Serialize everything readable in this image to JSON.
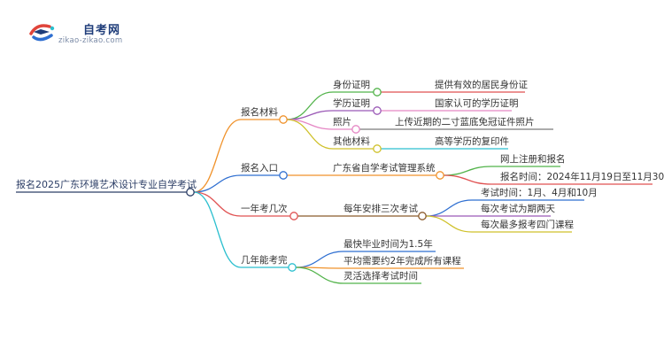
{
  "logo": {
    "name": "自考网",
    "url": "zikao-zikao.com",
    "icon": "graduation-cap-icon"
  },
  "mindmap": {
    "root": "报名2025广东环境艺术设计专业自学考试",
    "branches": [
      {
        "label": "报名材料",
        "color": "#f0922b",
        "children": [
          {
            "label": "身份证明",
            "color": "#52b34a",
            "children": [
              {
                "label": "提供有效的居民身份证",
                "color": "#e05252"
              }
            ]
          },
          {
            "label": "学历证明",
            "color": "#9b59b6",
            "children": [
              {
                "label": "国家认可的学历证明",
                "color": "#e586c4"
              }
            ]
          },
          {
            "label": "照片",
            "color": "#e586c4",
            "children": [
              {
                "label": "上传近期的二寸蓝底免冠证件照片",
                "color": "#7b7b7b"
              }
            ]
          },
          {
            "label": "其他材料",
            "color": "#cfc12a",
            "children": [
              {
                "label": "高等学历的复印件",
                "color": "#2bbfcf"
              }
            ]
          }
        ]
      },
      {
        "label": "报名入口",
        "color": "#2f6fd1",
        "children": [
          {
            "label": "广东省自学考试管理系统",
            "color": "#f0922b",
            "children": [
              {
                "label": "网上注册和报名",
                "color": "#52b34a"
              },
              {
                "label": "报名时间：2024年11月19日至11月30日",
                "color": "#e05252"
              }
            ]
          }
        ]
      },
      {
        "label": "一年考几次",
        "color": "#e05252",
        "children": [
          {
            "label": "每年安排三次考试",
            "color": "#8b5a2b",
            "children": [
              {
                "label": "考试时间：1月、4月和10月",
                "color": "#2f6fd1"
              },
              {
                "label": "每次考试为期两天",
                "color": "#9b59b6"
              },
              {
                "label": "每次最多报考四门课程",
                "color": "#cfc12a"
              }
            ]
          }
        ]
      },
      {
        "label": "几年能考完",
        "color": "#2bbfcf",
        "children": [
          {
            "label": "最快毕业时间为1.5年",
            "color": "#2f6fd1",
            "children": []
          },
          {
            "label": "平均需要约2年完成所有课程",
            "color": "#f0922b",
            "children": []
          },
          {
            "label": "灵活选择考试时间",
            "color": "#52b34a",
            "children": []
          }
        ]
      }
    ]
  }
}
